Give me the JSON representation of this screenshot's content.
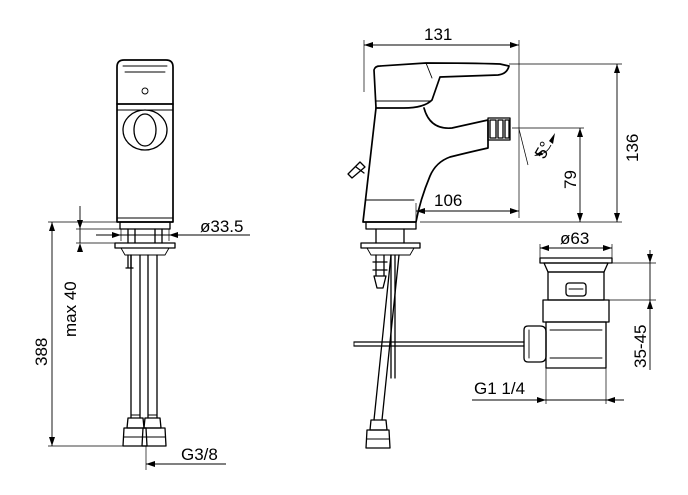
{
  "dimensions": {
    "width_131": "131",
    "height_136": "136",
    "height_79": "79",
    "reach_106": "106",
    "angle_5": "5°",
    "diameter_33_5": "ø33.5",
    "max_40": "max 40",
    "length_388": "388",
    "thread_g3_8": "G3/8",
    "diameter_63": "ø63",
    "range_35_45": "35-45",
    "thread_g1_1_4": "G1 1/4"
  }
}
